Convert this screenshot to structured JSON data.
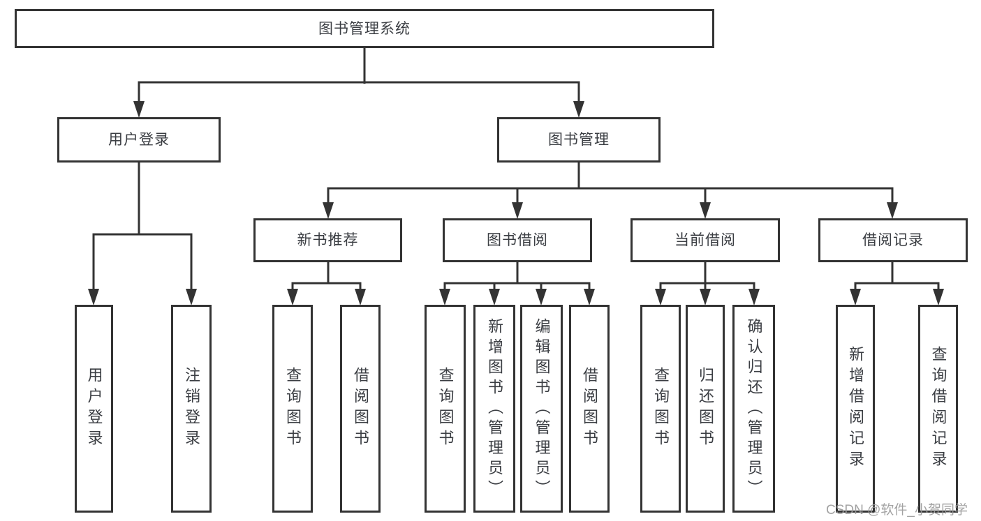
{
  "tree": {
    "root": {
      "label": "图书管理系统",
      "children": [
        {
          "label": "用户登录",
          "children": [
            {
              "label": "用户登录"
            },
            {
              "label": "注销登录"
            }
          ]
        },
        {
          "label": "图书管理",
          "children": [
            {
              "label": "新书推荐",
              "children": [
                {
                  "label": "查询图书"
                },
                {
                  "label": "借阅图书"
                }
              ]
            },
            {
              "label": "图书借阅",
              "children": [
                {
                  "label": "查询图书"
                },
                {
                  "label": "新增图书（管理员）"
                },
                {
                  "label": "编辑图书（管理员）"
                },
                {
                  "label": "借阅图书"
                }
              ]
            },
            {
              "label": "当前借阅",
              "children": [
                {
                  "label": "查询图书"
                },
                {
                  "label": "归还图书"
                },
                {
                  "label": "确认归还（管理员）"
                }
              ]
            },
            {
              "label": "借阅记录",
              "children": [
                {
                  "label": "新增借阅记录"
                },
                {
                  "label": "查询借阅记录"
                }
              ]
            }
          ]
        }
      ]
    }
  },
  "watermark": {
    "text": "CSDN @软件_小贺同学"
  },
  "colors": {
    "line": "#333333",
    "node_text": "#3b3e43",
    "watermark": "#9b9b9b",
    "background": "#ffffff"
  }
}
